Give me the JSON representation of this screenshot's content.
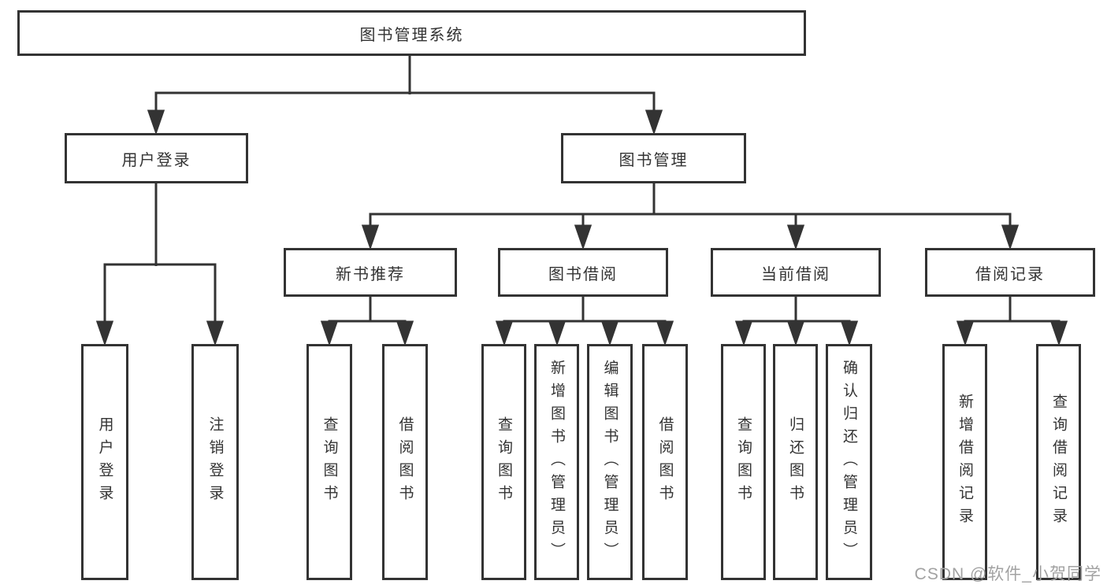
{
  "diagram": {
    "type": "hierarchy-tree",
    "line_color": "#333333",
    "text_color": "#333333",
    "background_color": "#ffffff"
  },
  "nodes": {
    "root": {
      "label": "图书管理系统"
    },
    "user_login": {
      "label": "用户登录"
    },
    "book_management": {
      "label": "图书管理"
    },
    "new_book_recommend": {
      "label": "新书推荐"
    },
    "book_borrowing": {
      "label": "图书借阅"
    },
    "current_borrowing": {
      "label": "当前借阅"
    },
    "borrowing_records": {
      "label": "借阅记录"
    },
    "login": {
      "label": "用户登录"
    },
    "logout": {
      "label": "注销登录"
    },
    "rec_query_books": {
      "label": "查询图书"
    },
    "rec_borrow_books": {
      "label": "借阅图书"
    },
    "bor_query_books": {
      "label": "查询图书"
    },
    "bor_add_books": {
      "label": "新增图书（管理员）"
    },
    "bor_edit_books": {
      "label": "编辑图书（管理员）"
    },
    "bor_borrow_books": {
      "label": "借阅图书"
    },
    "cur_query_books": {
      "label": "查询图书"
    },
    "cur_return_books": {
      "label": "归还图书"
    },
    "cur_confirm_return": {
      "label": "确认归还（管理员）"
    },
    "rcd_add_record": {
      "label": "新增借阅记录"
    },
    "rcd_query_record": {
      "label": "查询借阅记录"
    }
  },
  "structure": {
    "root": [
      "user_login",
      "book_management"
    ],
    "user_login": [
      "login",
      "logout"
    ],
    "book_management": [
      "new_book_recommend",
      "book_borrowing",
      "current_borrowing",
      "borrowing_records"
    ],
    "new_book_recommend": [
      "rec_query_books",
      "rec_borrow_books"
    ],
    "book_borrowing": [
      "bor_query_books",
      "bor_add_books",
      "bor_edit_books",
      "bor_borrow_books"
    ],
    "current_borrowing": [
      "cur_query_books",
      "cur_return_books",
      "cur_confirm_return"
    ],
    "borrowing_records": [
      "rcd_add_record",
      "rcd_query_record"
    ]
  },
  "watermark": {
    "text": "CSDN @软件_小贺同学",
    "color": "#a2a2a2"
  }
}
